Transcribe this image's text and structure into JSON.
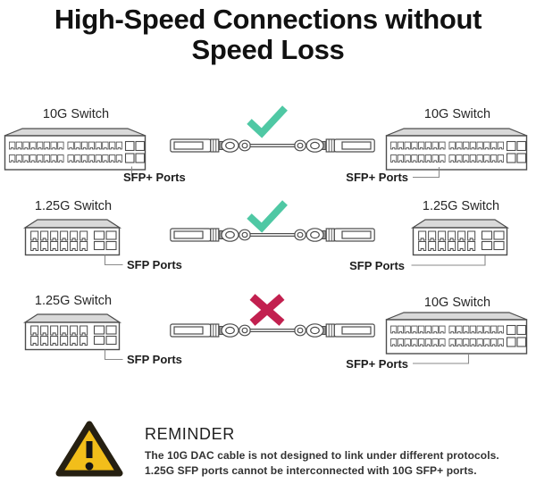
{
  "title_line1": "High-Speed Connections without",
  "title_line2": "Speed Loss",
  "colors": {
    "title_ink": "#111111",
    "label_ink": "#262626",
    "outline": "#4d4d4d",
    "switch_top": "#d9d9d9",
    "pointer_line": "#8a8a8a",
    "check": "#4fc8a4",
    "cross": "#c2204f",
    "warning_fill": "#f2be1a",
    "warning_border": "#262012"
  },
  "rows": [
    {
      "left": {
        "label": "10G Switch",
        "port_label": "SFP+ Ports"
      },
      "mark": "check",
      "right": {
        "label": "10G Switch",
        "port_label": "SFP+ Ports"
      }
    },
    {
      "left": {
        "label": "1.25G Switch",
        "port_label": "SFP Ports"
      },
      "mark": "check",
      "right": {
        "label": "1.25G Switch",
        "port_label": "SFP Ports"
      }
    },
    {
      "left": {
        "label": "1.25G Switch",
        "port_label": "SFP Ports"
      },
      "mark": "cross",
      "right": {
        "label": "10G Switch",
        "port_label": "SFP+ Ports"
      }
    }
  ],
  "reminder": {
    "heading": "REMINDER",
    "lines": [
      "The 10G DAC cable is not designed to link under different protocols.",
      "1.25G SFP ports cannot be interconnected with 10G SFP+ ports."
    ]
  }
}
